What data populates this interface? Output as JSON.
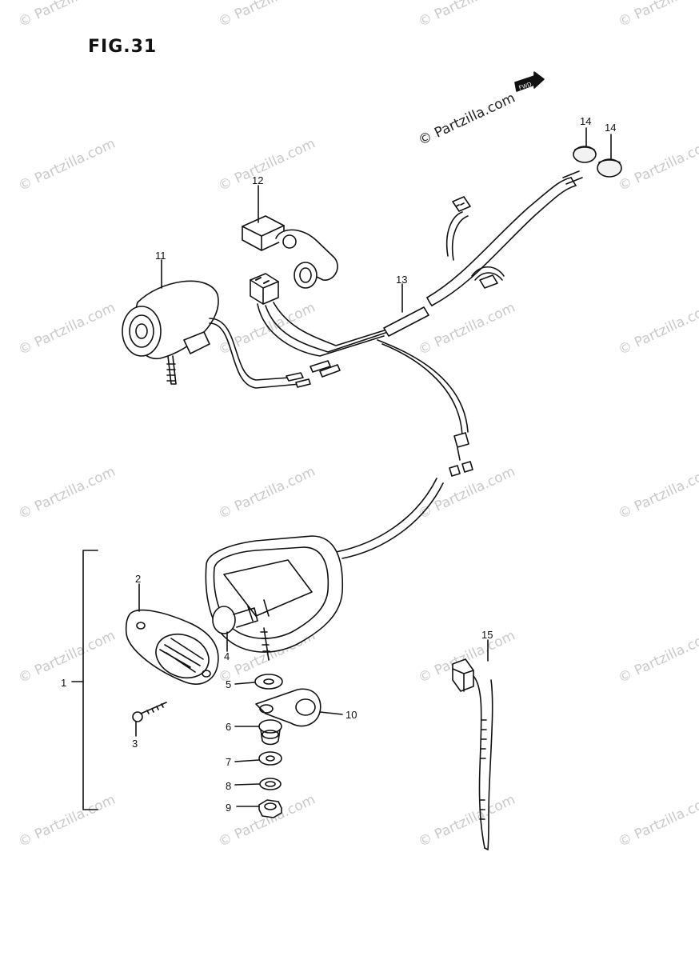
{
  "figure": {
    "title": "FIG.31",
    "fwd_label": "FWD"
  },
  "copyright": "© Partzilla.com",
  "watermark": "© Partzilla.com",
  "callouts": [
    "1",
    "2",
    "3",
    "4",
    "5",
    "6",
    "7",
    "8",
    "9",
    "10",
    "11",
    "12",
    "13",
    "14",
    "14",
    "15"
  ],
  "colors": {
    "ink": "#111111",
    "watermark": "#c9c9c9"
  }
}
